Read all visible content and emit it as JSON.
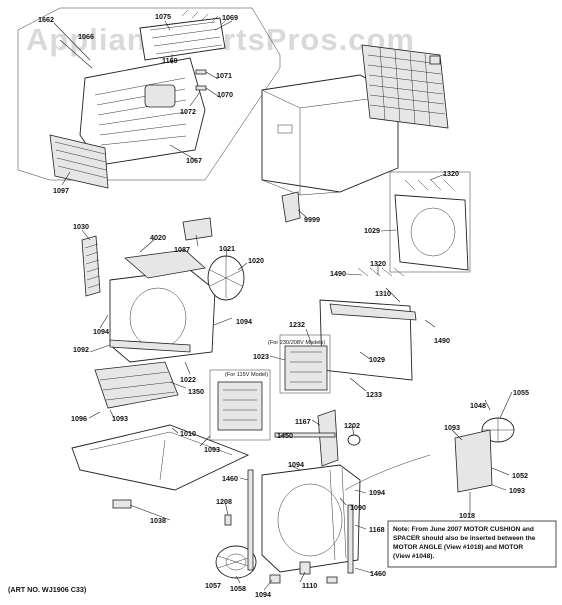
{
  "watermark": "AppliancePartsPros.com",
  "art_number": "(ART NO. WJ1906 C33)",
  "callouts": {
    "c1662": "1662",
    "c1066": "1066",
    "c1075": "1075",
    "c1069": "1069",
    "c1169": "1169",
    "c1071": "1071",
    "c1070": "1070",
    "c1072": "1072",
    "c1067": "1067",
    "c1097": "1097",
    "c9999": "9999",
    "c1320a": "1320",
    "c1029a": "1029",
    "c1030": "1030",
    "c4020": "4020",
    "c1087": "1087",
    "c1021": "1021",
    "c1020": "1020",
    "c1490a": "1490",
    "c1320b": "1320",
    "c1310": "1310",
    "c1490b": "1490",
    "c1094a": "1094",
    "c1094b": "1094",
    "c1092": "1092",
    "c1022": "1022",
    "c1232": "1232",
    "c1023": "1023",
    "c1029b": "1029",
    "c1233": "1233",
    "c1350": "1350",
    "c1096": "1096",
    "c1093a": "1093",
    "c1010": "1010",
    "c1093b": "1093",
    "c1167": "1167",
    "c1202": "1202",
    "c1450": "1450",
    "c1094c": "1094",
    "c1055": "1055",
    "c1048": "1048",
    "c1093c": "1093",
    "c1052": "1052",
    "c1093d": "1093",
    "c1018": "1018",
    "c1460a": "1460",
    "c1208": "1208",
    "c1094d": "1094",
    "c1090": "1090",
    "c1038": "1038",
    "c1168": "1168",
    "c1057": "1057",
    "c1058": "1058",
    "c1094e": "1094",
    "c1110": "1110",
    "c1460b": "1460"
  },
  "model_notes": {
    "m230": "(For 230/208V Models)",
    "m115": "(For 115V Model)"
  },
  "note": {
    "line1": "Note: From June 2007 MOTOR CUSHION and",
    "line2": "SPACER should also be inserted between the",
    "line3": "MOTOR ANGLE (View #1018) and MOTOR",
    "line4": "(View #1048)."
  }
}
